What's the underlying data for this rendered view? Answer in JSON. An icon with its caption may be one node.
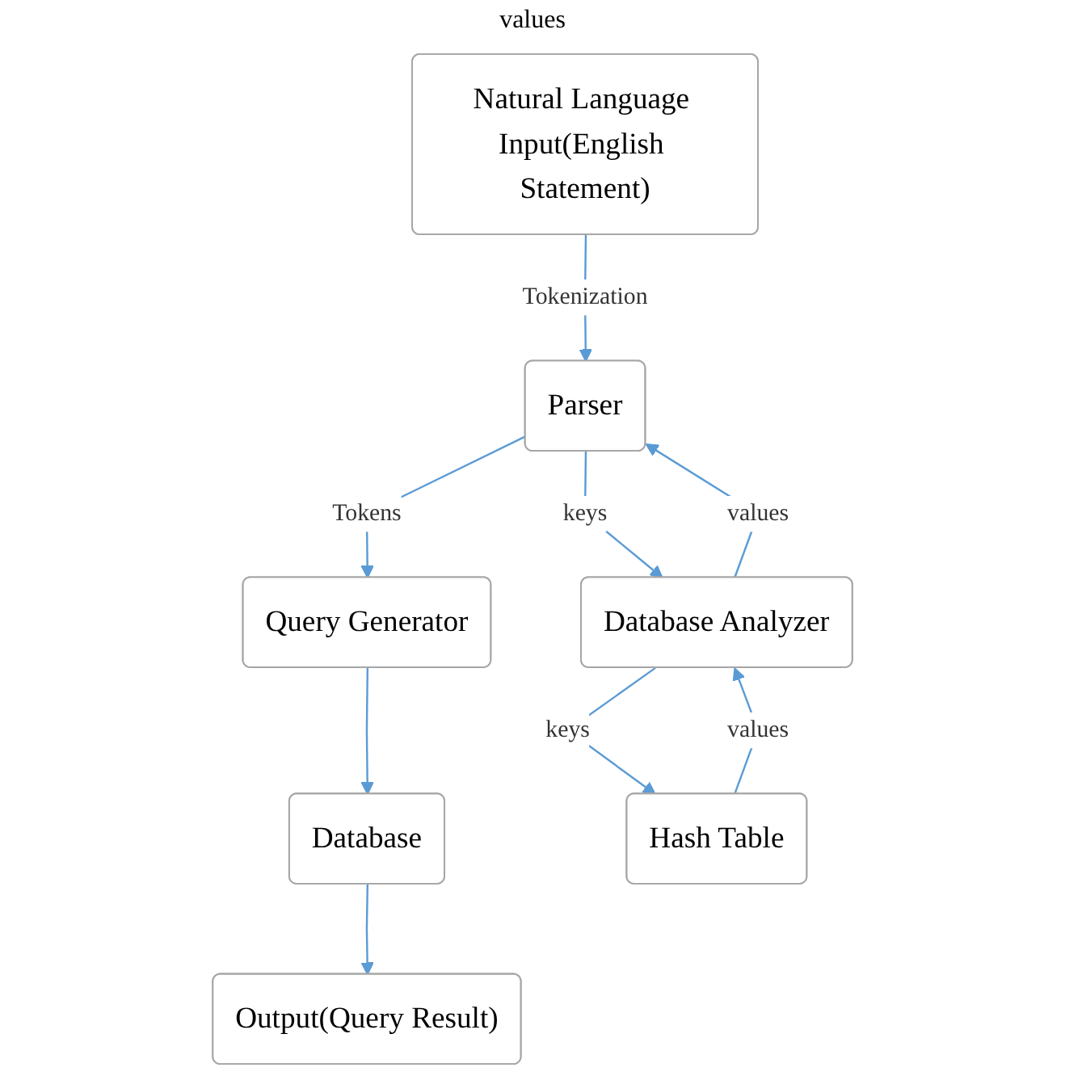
{
  "diagram": {
    "nodes": [
      {
        "text": [
          "Natural Language Input(English Statement)"
        ]
      },
      {
        "text": [
          "Parser"
        ]
      },
      {
        "text": [
          "Query Generator"
        ]
      },
      {
        "text": [
          "Database Analyzer"
        ]
      },
      {
        "text": [
          "Database"
        ]
      },
      {
        "text": [
          "Hash Table"
        ]
      },
      {
        "text": [
          "Output(Query Result)"
        ]
      }
    ],
    "edges": [
      {
        "from": 0,
        "to": 1,
        "arrow": "to",
        "label": "Tokenization"
      },
      {
        "from": 1,
        "to": 2,
        "arrow": "to",
        "label": "Tokens"
      },
      {
        "from": 1,
        "to": 3,
        "arrow": "to",
        "label": "keys"
      },
      {
        "from": 3,
        "to": 1,
        "arrow": "to",
        "label": "values"
      },
      {
        "from": 2,
        "to": 4,
        "arrow": "to"
      },
      {
        "from": 3,
        "to": 5,
        "arrow": "to",
        "label": "keys"
      },
      {
        "from": 5,
        "to": 3,
        "arrow": "to",
        "label": "values"
      },
      {
        "from": 4,
        "to": 6,
        "arrow": "to"
      }
    ],
    "labels": [
      "values"
    ]
  }
}
